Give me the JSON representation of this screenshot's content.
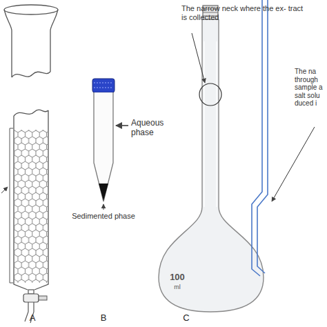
{
  "diagram": {
    "labels": [
      "The narrow neck where the ex- tract is collected",
      "The na through sample a salt solu duced i",
      "Aqueous phase",
      "Sedimented phase",
      "100",
      "ml",
      "A",
      "B",
      "C"
    ]
  }
}
